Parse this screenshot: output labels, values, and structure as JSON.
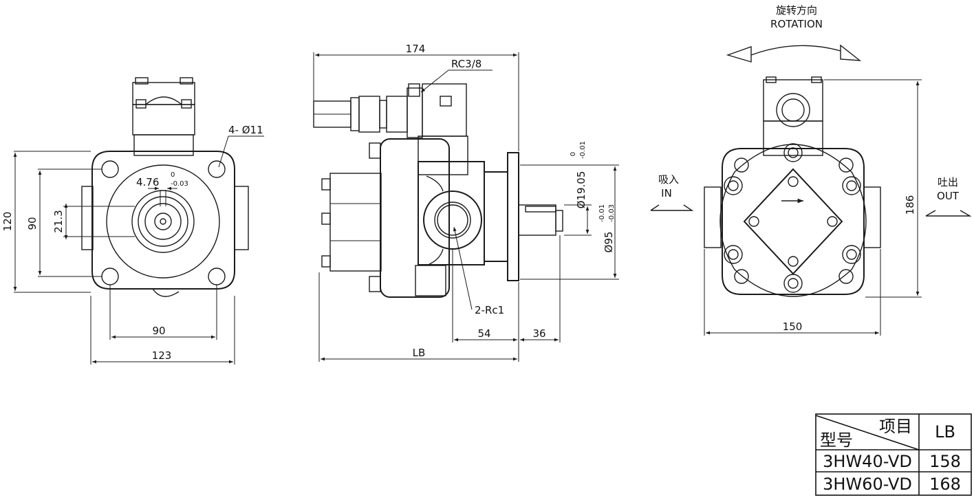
{
  "front_view": {
    "dim_height": "120",
    "dim_bolt_v": "90",
    "dim_shaft": "21.3",
    "dim_key": "4.76",
    "dim_key_tol_upper": "0",
    "dim_key_tol_lower": "-0.03",
    "dim_bolt_h": "90",
    "dim_width": "123",
    "holes_label": "4- Ø11"
  },
  "side_view": {
    "dim_length": "174",
    "port_label": "RC3/8",
    "ports_label": "2-Rc1",
    "dim_shaft_dia": "Ø19.05",
    "dim_shaft_tol_upper": "0",
    "dim_shaft_tol_lower": "-0.01",
    "dim_pilot_dia": "Ø95",
    "dim_pilot_tol_upper": "-0.01",
    "dim_pilot_tol_lower": "-0.03",
    "dim_54": "54",
    "dim_36": "36",
    "dim_lb": "LB"
  },
  "rear_view": {
    "rotation_cn": "旋转方向",
    "rotation_en": "ROTATION",
    "inlet_cn": "吸入",
    "inlet_en": "IN",
    "outlet_cn": "吐出",
    "outlet_en": "OUT",
    "dim_height": "186",
    "dim_width": "150"
  },
  "table": {
    "header_item": "项目",
    "header_model": "型号",
    "header_lb": "LB",
    "rows": [
      {
        "model": "3HW40-VD",
        "lb": "158"
      },
      {
        "model": "3HW60-VD",
        "lb": "168"
      }
    ]
  }
}
